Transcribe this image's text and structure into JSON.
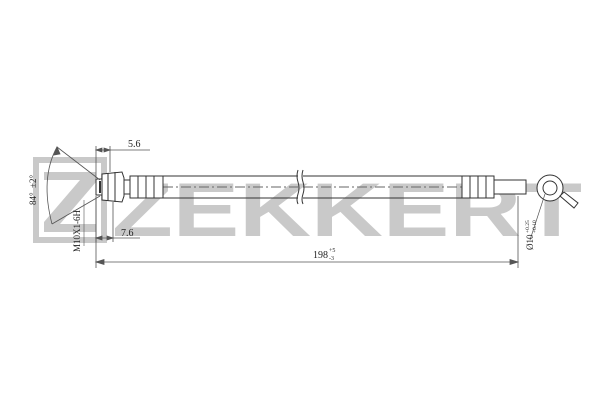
{
  "brand": {
    "name": "ZEKKERT",
    "color": "#c9c9c9",
    "icon": "zekkert-logo-icon"
  },
  "dimensions": {
    "overall_length": {
      "value": "198",
      "tolerance_upper": "+5",
      "tolerance_lower": "-3"
    },
    "fitting_offset_top": "5.6",
    "fitting_offset_bottom": "7.6",
    "bend_angle": {
      "value": "84°",
      "tolerance": "±2°"
    },
    "thread": "M10X1-6H",
    "eye_bore": {
      "prefix": "Ø10",
      "tolerance_upper": "+0.25",
      "tolerance_lower": "+0.10"
    }
  },
  "colors": {
    "line": "#333333",
    "dim_line": "#555555"
  }
}
